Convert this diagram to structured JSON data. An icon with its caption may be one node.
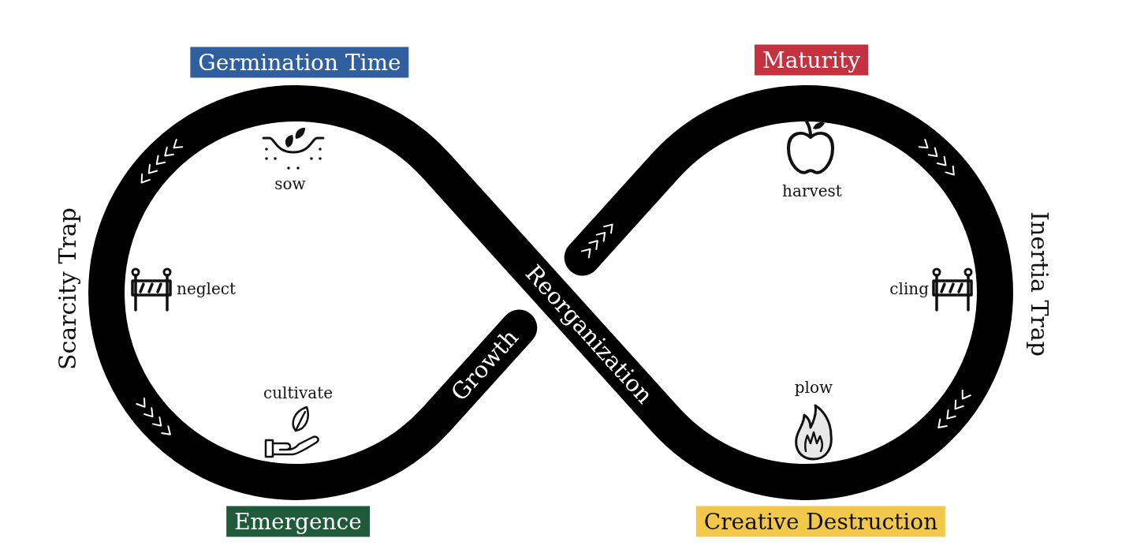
{
  "diagram": {
    "nodes": [
      {
        "text": [
          "Germination Time"
        ]
      },
      {
        "text": [
          "Maturity"
        ]
      },
      {
        "text": [
          "Reorganization",
          "Growth"
        ],
        "beside": [
          "Scarcity Trap",
          "Inertia Trap"
        ]
      },
      {
        "text": [
          "Emergence"
        ]
      },
      {
        "text": [
          "Creative Destruction"
        ]
      }
    ],
    "labels": [
      "sow",
      "harvest",
      "neglect",
      "cling",
      "cultivate",
      "plow"
    ]
  }
}
